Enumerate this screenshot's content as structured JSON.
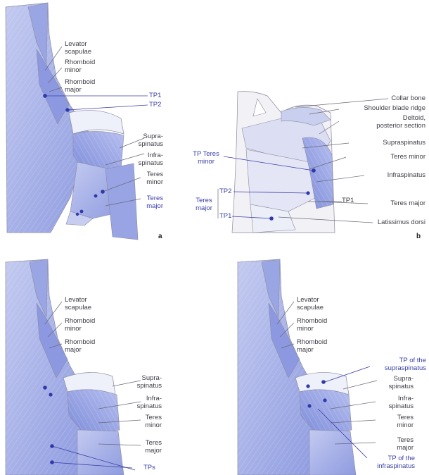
{
  "colors": {
    "muscle": "#a9b3e8",
    "muscle_dark": "#6f7fd6",
    "outline": "#8a8aa0",
    "tp_dot": "#2f3aa8",
    "bone": "#eeeeee"
  },
  "panel_a": {
    "letter": "a",
    "levator": "Levator\nscapulae",
    "rhomboid_minor": "Rhomboid\nminor",
    "rhomboid_major": "Rhomboid\nmajor",
    "tp1": "TP1",
    "tp2": "TP2",
    "supraspinatus": "Supra-\nspinatus",
    "infraspinatus": "Infra-\nspinatus",
    "teres_minor": "Teres\nminor",
    "teres_major": "Teres\nmajor"
  },
  "panel_b": {
    "letter": "b",
    "collar_bone": "Collar bone",
    "shoulder_ridge": "Shoulder blade ridge",
    "deltoid": "Deltoid,\nposterior section",
    "supraspinatus": "Supraspinatus",
    "teres_minor": "Teres minor",
    "infraspinatus": "Infraspinatus",
    "teres_major": "Teres major",
    "latissimus": "Latissimus dorsi",
    "tp_teres_minor": "TP Teres\nminor",
    "tp2": "TP2",
    "tp1": "TP1",
    "teres_major_left": "Teres\nmajor",
    "tp1_right": "TP1"
  },
  "panel_c": {
    "levator": "Levator\nscapulae",
    "rhomboid_minor": "Rhomboid\nminor",
    "rhomboid_major": "Rhomboid\nmajor",
    "supraspinatus": "Supra-\nspinatus",
    "infraspinatus": "Infra-\nspinatus",
    "teres_minor": "Teres\nminor",
    "teres_major": "Teres\nmajor",
    "tps": "TPs"
  },
  "panel_d": {
    "levator": "Levator\nscapulae",
    "rhomboid_minor": "Rhomboid\nminor",
    "rhomboid_major": "Rhomboid\nmajor",
    "tp_supra": "TP of the\nsupraspinatus",
    "supraspinatus": "Supra-\nspinatus",
    "infraspinatus": "Infra-\nspinatus",
    "teres_minor": "Teres\nminor",
    "teres_major": "Teres\nmajor",
    "tp_infra": "TP of the\ninfraspinatus"
  }
}
